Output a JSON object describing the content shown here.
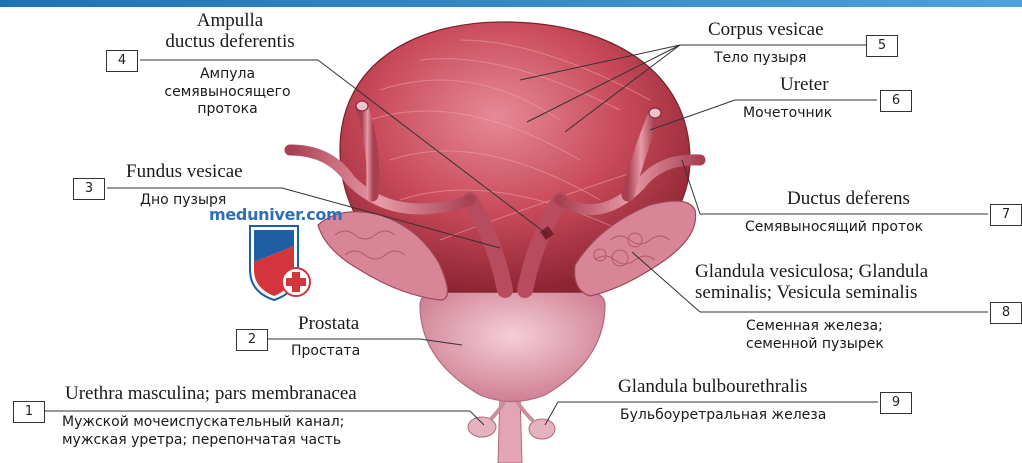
{
  "colors": {
    "accent": "#1a73b8",
    "tissue": "#c9505e",
    "prostate": "#e3a5b5"
  },
  "watermark": "meduniver.com",
  "labels": [
    {
      "num": "1",
      "latin": "Urethra masculina; pars membranacea",
      "russian": [
        "Мужской мочеиспускательный канал;",
        "мужская уретра; перепончатая часть"
      ]
    },
    {
      "num": "2",
      "latin": "Prostata",
      "russian": [
        "Простата"
      ]
    },
    {
      "num": "3",
      "latin": "Fundus vesicae",
      "russian": [
        "Дно пузыря"
      ]
    },
    {
      "num": "4",
      "latin": [
        "Ampulla",
        "ductus deferentis"
      ],
      "russian": [
        "Ампула",
        "семявыносящего",
        "протока"
      ]
    },
    {
      "num": "5",
      "latin": "Corpus vesicae",
      "russian": [
        "Тело пузыря"
      ]
    },
    {
      "num": "6",
      "latin": "Ureter",
      "russian": [
        "Мочеточник"
      ]
    },
    {
      "num": "7",
      "latin": "Ductus deferens",
      "russian": [
        "Семявыносящий проток"
      ]
    },
    {
      "num": "8",
      "latin": [
        "Glandula vesiculosa; Glandula",
        "seminalis; Vesicula seminalis"
      ],
      "russian": [
        "Семенная железа;",
        "семенной пузырек"
      ]
    },
    {
      "num": "9",
      "latin": "Glandula bulbourethralis",
      "russian": [
        "Бульбоуретральная железа"
      ]
    }
  ]
}
